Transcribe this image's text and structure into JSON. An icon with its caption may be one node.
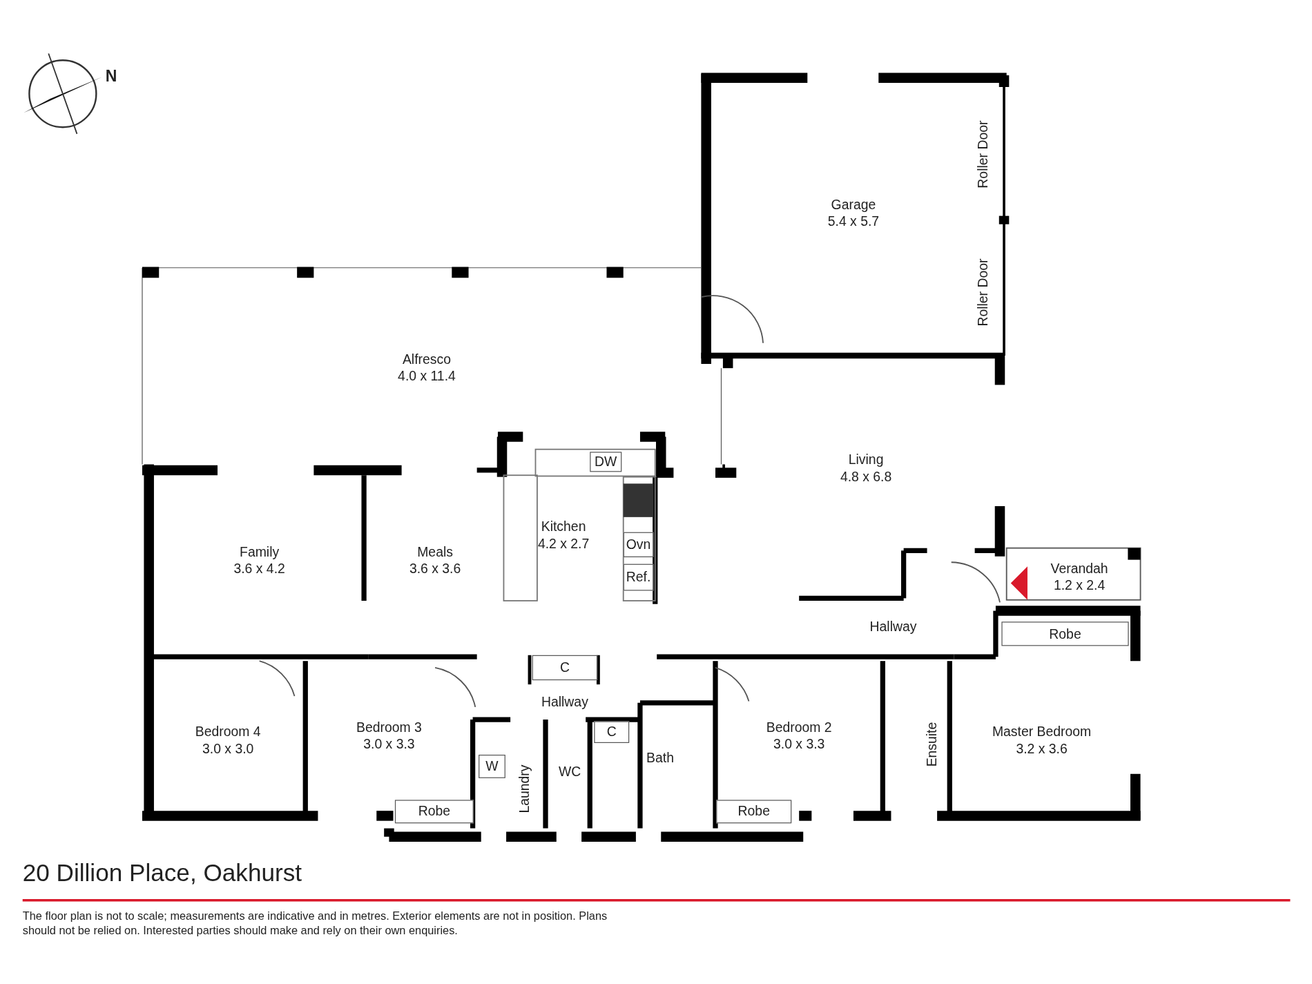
{
  "diagram": {
    "title": "20 Dillion Place, Oakhurst",
    "caption": "The floor plan is not to scale; measurements are indicative and in metres. Exterior elements are not in position. Plans should not be relied on. Interested parties should make and rely on their own enquiries.",
    "nodes": [
      {
        "text": [
          "Garage",
          "5.4 x 5.7"
        ]
      },
      {
        "text": [
          "Alfresco",
          "4.0 x 11.4"
        ]
      },
      {
        "text": [
          "Living",
          "4.8 x 6.8"
        ]
      },
      {
        "text": [
          "Kitchen",
          "4.2 x 2.7"
        ]
      },
      {
        "text": [
          "DW"
        ]
      },
      {
        "text": [
          "Ovn"
        ]
      },
      {
        "text": [
          "Ref."
        ]
      },
      {
        "text": [
          "Verandah",
          "1.2 x 2.4"
        ]
      },
      {
        "text": [
          "Family",
          "3.6 x 4.2"
        ]
      },
      {
        "text": [
          "Meals",
          "3.6 x 3.6"
        ]
      },
      {
        "text": [
          "Hallway"
        ]
      },
      {
        "text": [
          "Robe"
        ]
      },
      {
        "text": [
          "C"
        ]
      },
      {
        "text": [
          "Hallway"
        ]
      },
      {
        "text": [
          "Bedroom 4",
          "3.0 x 3.0"
        ]
      },
      {
        "text": [
          "Bedroom 3",
          "3.0 x 3.3"
        ]
      },
      {
        "text": [
          "Bedroom 2",
          "3.0 x 3.3"
        ]
      },
      {
        "text": [
          "Master Bedroom",
          "3.2 x 3.6"
        ]
      },
      {
        "text": [
          "C"
        ]
      },
      {
        "text": [
          "W"
        ]
      },
      {
        "text": [
          "Laundry"
        ]
      },
      {
        "text": [
          "WC"
        ]
      },
      {
        "text": [
          "Bath"
        ]
      },
      {
        "text": [
          "Ensuite"
        ]
      },
      {
        "text": [
          "Robe"
        ]
      },
      {
        "text": [
          "Robe"
        ]
      }
    ],
    "edges": [],
    "labels": [
      "N",
      "Roller Door",
      "Roller Door"
    ]
  }
}
